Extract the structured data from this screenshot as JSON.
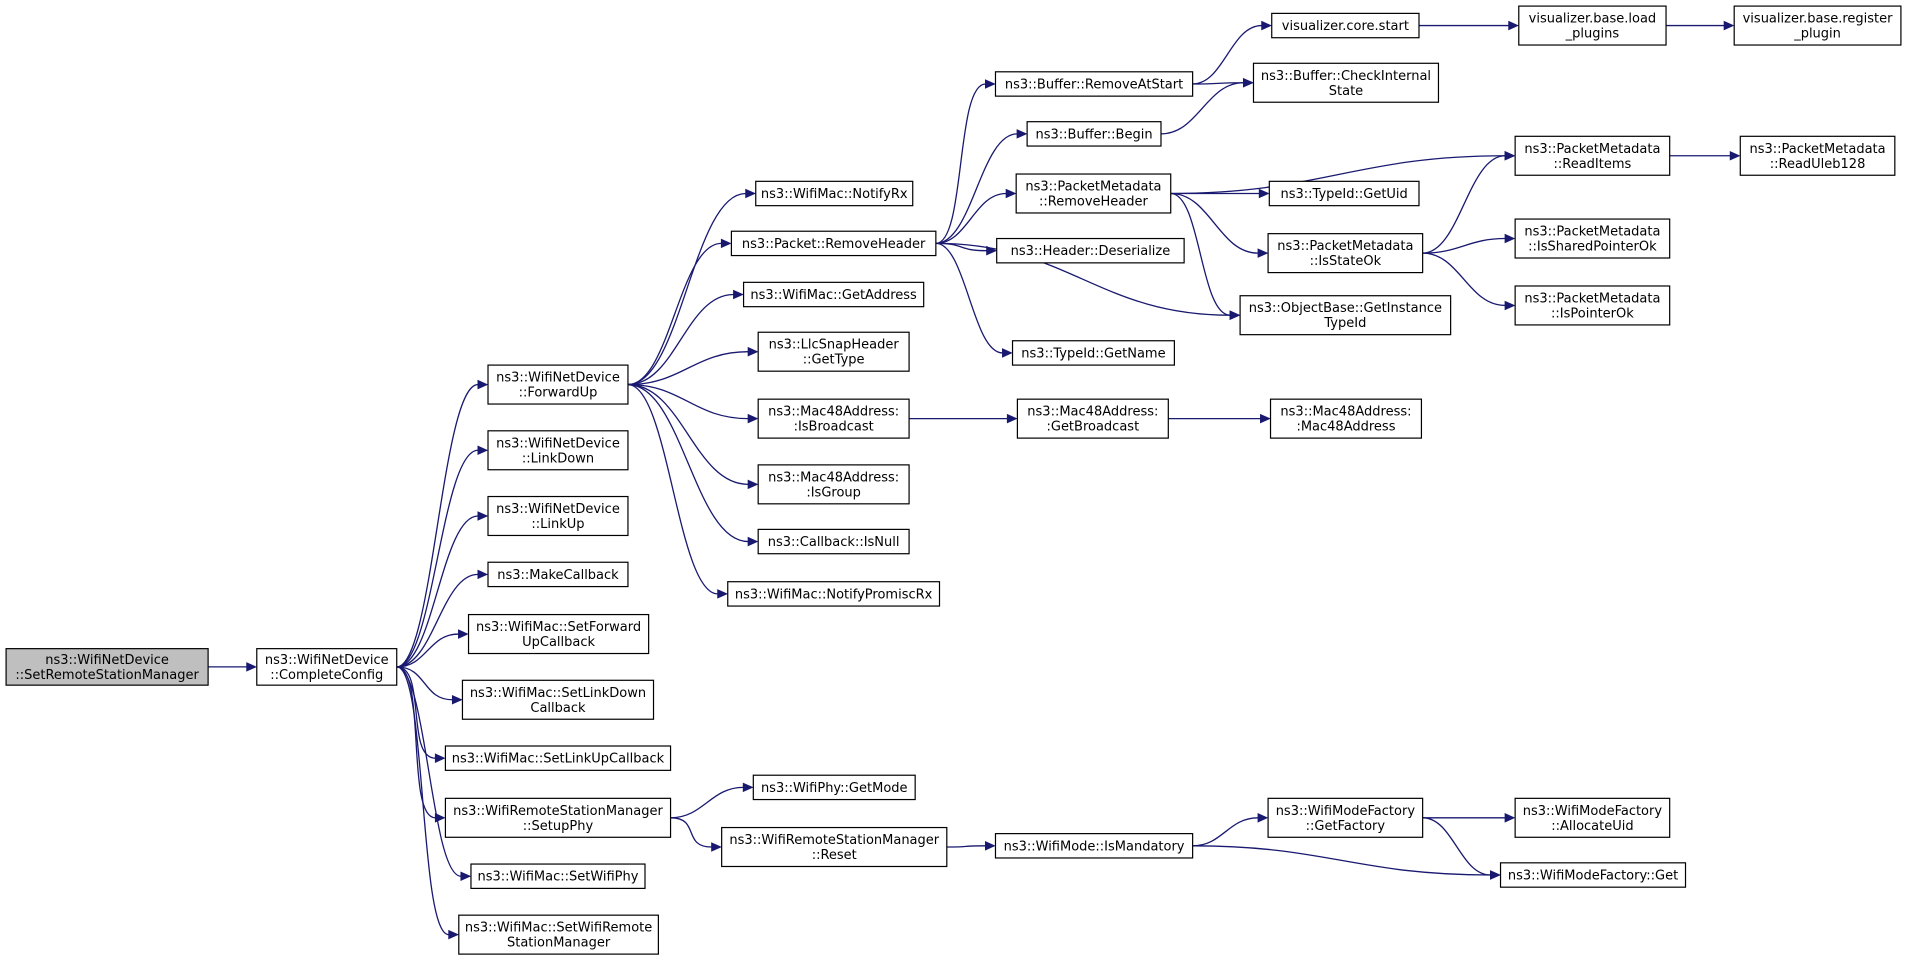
{
  "colors": {
    "edge": "#191970",
    "node_border": "#000000",
    "root_fill": "#bfbfbf",
    "node_fill": "#ffffff"
  },
  "nodes": {
    "root": [
      "ns3::WifiNetDevice",
      "::SetRemoteStationManager"
    ],
    "completeConfig": [
      "ns3::WifiNetDevice",
      "::CompleteConfig"
    ],
    "forwardUp": [
      "ns3::WifiNetDevice",
      "::ForwardUp"
    ],
    "linkDown": [
      "ns3::WifiNetDevice",
      "::LinkDown"
    ],
    "linkUp": [
      "ns3::WifiNetDevice",
      "::LinkUp"
    ],
    "makeCallback": [
      "ns3::MakeCallback"
    ],
    "setForwardUpCallback": [
      "ns3::WifiMac::SetForward",
      "UpCallback"
    ],
    "setLinkDownCallback": [
      "ns3::WifiMac::SetLinkDown",
      "Callback"
    ],
    "setLinkUpCallback": [
      "ns3::WifiMac::SetLinkUpCallback"
    ],
    "setupPhy": [
      "ns3::WifiRemoteStationManager",
      "::SetupPhy"
    ],
    "setWifiPhy": [
      "ns3::WifiMac::SetWifiPhy"
    ],
    "setWifiRemoteStationManager": [
      "ns3::WifiMac::SetWifiRemote",
      "StationManager"
    ],
    "notifyRx": [
      "ns3::WifiMac::NotifyRx"
    ],
    "removeHeader": [
      "ns3::Packet::RemoveHeader"
    ],
    "getAddress": [
      "ns3::WifiMac::GetAddress"
    ],
    "getType": [
      "ns3::LlcSnapHeader",
      "::GetType"
    ],
    "isBroadcast": [
      "ns3::Mac48Address:",
      ":IsBroadcast"
    ],
    "isGroup": [
      "ns3::Mac48Address:",
      ":IsGroup"
    ],
    "isNull": [
      "ns3::Callback::IsNull"
    ],
    "notifyPromiscRx": [
      "ns3::WifiMac::NotifyPromiscRx"
    ],
    "getMode": [
      "ns3::WifiPhy::GetMode"
    ],
    "reset": [
      "ns3::WifiRemoteStationManager",
      "::Reset"
    ],
    "removeAtStart": [
      "ns3::Buffer::RemoveAtStart"
    ],
    "begin": [
      "ns3::Buffer::Begin"
    ],
    "pmRemoveHeader": [
      "ns3::PacketMetadata",
      "::RemoveHeader"
    ],
    "deserialize": [
      "ns3::Header::Deserialize"
    ],
    "getName": [
      "ns3::TypeId::GetName"
    ],
    "getBroadcast": [
      "ns3::Mac48Address:",
      ":GetBroadcast"
    ],
    "isMandatory": [
      "ns3::WifiMode::IsMandatory"
    ],
    "coreStart": [
      "visualizer.core.start"
    ],
    "checkInternalState": [
      "ns3::Buffer::CheckInternal",
      "State"
    ],
    "getUid": [
      "ns3::TypeId::GetUid"
    ],
    "isStateOk": [
      "ns3::PacketMetadata",
      "::IsStateOk"
    ],
    "getInstanceTypeId": [
      "ns3::ObjectBase::GetInstance",
      "TypeId"
    ],
    "mac48Address": [
      "ns3::Mac48Address:",
      ":Mac48Address"
    ],
    "getFactory": [
      "ns3::WifiModeFactory",
      "::GetFactory"
    ],
    "loadPlugins": [
      "visualizer.base.load",
      "_plugins"
    ],
    "readItems": [
      "ns3::PacketMetadata",
      "::ReadItems"
    ],
    "isSharedPointerOk": [
      "ns3::PacketMetadata",
      "::IsSharedPointerOk"
    ],
    "isPointerOk": [
      "ns3::PacketMetadata",
      "::IsPointerOk"
    ],
    "allocateUid": [
      "ns3::WifiModeFactory",
      "::AllocateUid"
    ],
    "wmfGet": [
      "ns3::WifiModeFactory::Get"
    ],
    "registerPlugin": [
      "visualizer.base.register",
      "_plugin"
    ],
    "readUleb128": [
      "ns3::PacketMetadata",
      "::ReadUleb128"
    ]
  },
  "edges": [
    [
      "root",
      "completeConfig"
    ],
    [
      "completeConfig",
      "forwardUp"
    ],
    [
      "completeConfig",
      "linkDown"
    ],
    [
      "completeConfig",
      "linkUp"
    ],
    [
      "completeConfig",
      "makeCallback"
    ],
    [
      "completeConfig",
      "setForwardUpCallback"
    ],
    [
      "completeConfig",
      "setLinkDownCallback"
    ],
    [
      "completeConfig",
      "setLinkUpCallback"
    ],
    [
      "completeConfig",
      "setupPhy"
    ],
    [
      "completeConfig",
      "setWifiPhy"
    ],
    [
      "completeConfig",
      "setWifiRemoteStationManager"
    ],
    [
      "forwardUp",
      "notifyRx"
    ],
    [
      "forwardUp",
      "removeHeader"
    ],
    [
      "forwardUp",
      "getAddress"
    ],
    [
      "forwardUp",
      "getType"
    ],
    [
      "forwardUp",
      "isBroadcast"
    ],
    [
      "forwardUp",
      "isGroup"
    ],
    [
      "forwardUp",
      "isNull"
    ],
    [
      "forwardUp",
      "notifyPromiscRx"
    ],
    [
      "removeHeader",
      "removeAtStart"
    ],
    [
      "removeHeader",
      "begin"
    ],
    [
      "removeHeader",
      "pmRemoveHeader"
    ],
    [
      "removeHeader",
      "deserialize"
    ],
    [
      "removeHeader",
      "getName"
    ],
    [
      "removeHeader",
      "getInstanceTypeId"
    ],
    [
      "removeAtStart",
      "coreStart"
    ],
    [
      "removeAtStart",
      "checkInternalState"
    ],
    [
      "begin",
      "checkInternalState"
    ],
    [
      "coreStart",
      "loadPlugins"
    ],
    [
      "loadPlugins",
      "registerPlugin"
    ],
    [
      "pmRemoveHeader",
      "readItems"
    ],
    [
      "pmRemoveHeader",
      "getUid"
    ],
    [
      "pmRemoveHeader",
      "isStateOk"
    ],
    [
      "pmRemoveHeader",
      "getInstanceTypeId"
    ],
    [
      "isStateOk",
      "readItems"
    ],
    [
      "isStateOk",
      "isSharedPointerOk"
    ],
    [
      "isStateOk",
      "isPointerOk"
    ],
    [
      "readItems",
      "readUleb128"
    ],
    [
      "isBroadcast",
      "getBroadcast"
    ],
    [
      "getBroadcast",
      "mac48Address"
    ],
    [
      "setupPhy",
      "getMode"
    ],
    [
      "setupPhy",
      "reset"
    ],
    [
      "reset",
      "isMandatory"
    ],
    [
      "isMandatory",
      "getFactory"
    ],
    [
      "isMandatory",
      "wmfGet"
    ],
    [
      "getFactory",
      "allocateUid"
    ],
    [
      "getFactory",
      "wmfGet"
    ]
  ]
}
